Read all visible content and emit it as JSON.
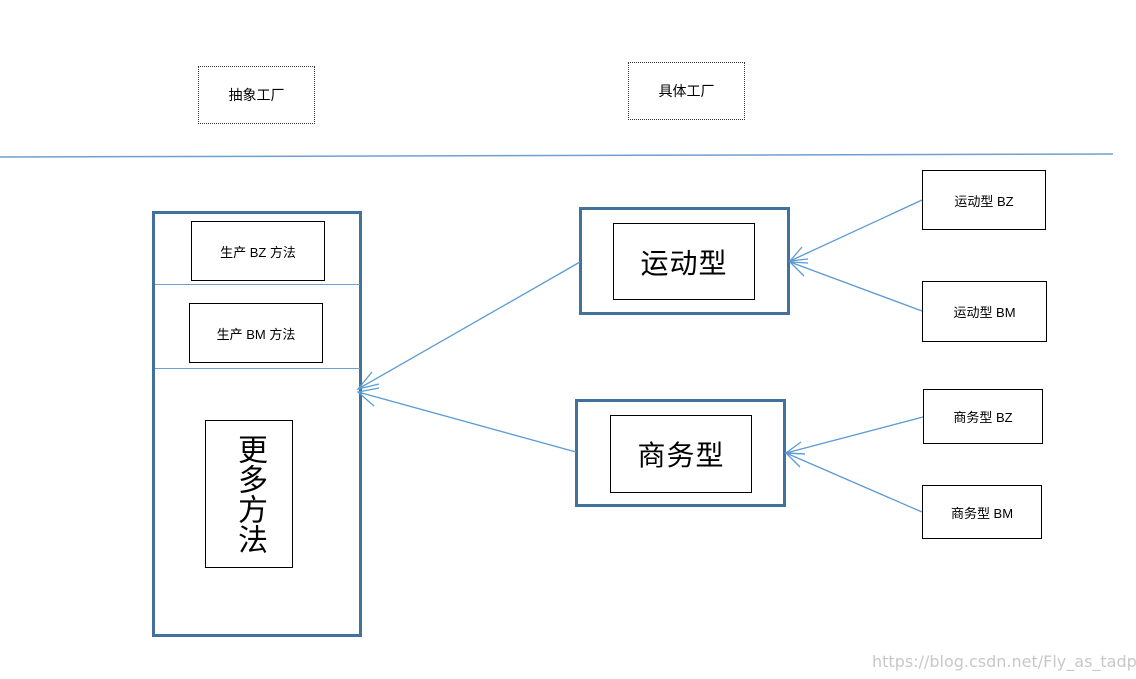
{
  "header": {
    "abstract_factory_label": "抽象工厂",
    "concrete_factory_label": "具体工厂"
  },
  "abstract_product": {
    "method_bz": "生产 BZ 方法",
    "method_bm": "生产 BM 方法",
    "more_methods": "更多方法"
  },
  "concrete_factories": {
    "sports": "运动型",
    "business": "商务型"
  },
  "products": {
    "sports_bz": "运动型 BZ",
    "sports_bm": "运动型 BM",
    "business_bz": "商务型 BZ",
    "business_bm": "商务型 BM"
  },
  "watermark": "https://blog.csdn.net/Fly_as_tadpole",
  "colors": {
    "frame": "#41719c",
    "arrow": "#5b9bd5",
    "divider": "#6fa0d2"
  }
}
